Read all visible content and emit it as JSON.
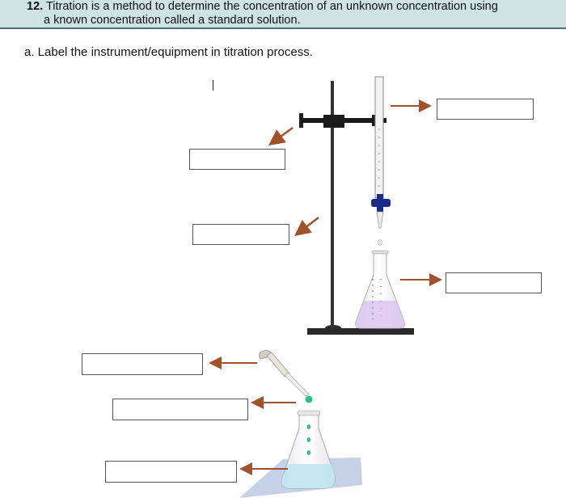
{
  "question": {
    "number": "12.",
    "line1": "Titration is a method to determine the concentration of an unknown concentration using",
    "line2": "a known concentration called a standard solution."
  },
  "part_a": {
    "text": "a.  Label the instrument/equipment in titration process."
  },
  "answer_boxes": [
    {
      "id": "burette",
      "value": ""
    },
    {
      "id": "clamp",
      "value": ""
    },
    {
      "id": "stand",
      "value": ""
    },
    {
      "id": "conical-flask",
      "value": ""
    },
    {
      "id": "dropper",
      "value": ""
    },
    {
      "id": "indicator",
      "value": ""
    },
    {
      "id": "flask-solution",
      "value": ""
    }
  ],
  "colors": {
    "header_bg": "#cfe3e3",
    "arrow": "#a0522d",
    "solution_pink": "#dcc6f0",
    "solution_blue": "#bfe6f2",
    "indicator_green": "#27c28e"
  }
}
